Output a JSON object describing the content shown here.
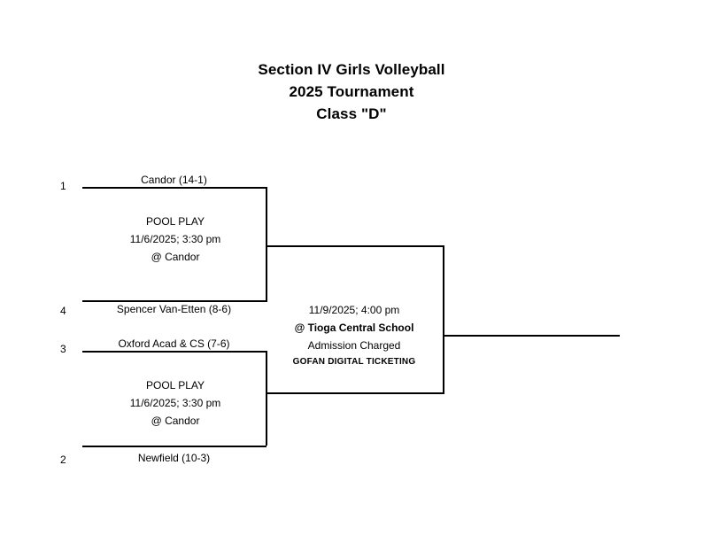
{
  "title": {
    "line1": "Section IV Girls Volleyball",
    "line2": "2025 Tournament",
    "line3": "Class \"D\""
  },
  "bracket": {
    "upper_pool": {
      "top_seed": "1",
      "top_team": "Candor (14-1)",
      "bottom_seed": "4",
      "bottom_team": "Spencer Van-Etten (8-6)",
      "label": "POOL PLAY",
      "datetime": "11/6/2025; 3:30 pm",
      "site": "@ Candor"
    },
    "lower_pool": {
      "top_seed": "3",
      "top_team": "Oxford Acad & CS (7-6)",
      "bottom_seed": "2",
      "bottom_team": "Newfield (10-3)",
      "label": "POOL PLAY",
      "datetime": "11/6/2025; 3:30 pm",
      "site": "@ Candor"
    },
    "final": {
      "datetime": "11/9/2025; 4:00 pm",
      "site": "@ Tioga Central School",
      "admission": "Admission Charged",
      "ticketing": "GOFAN DIGITAL TICKETING"
    }
  },
  "colors": {
    "line": "#000000",
    "text": "#000000",
    "background": "#ffffff"
  }
}
